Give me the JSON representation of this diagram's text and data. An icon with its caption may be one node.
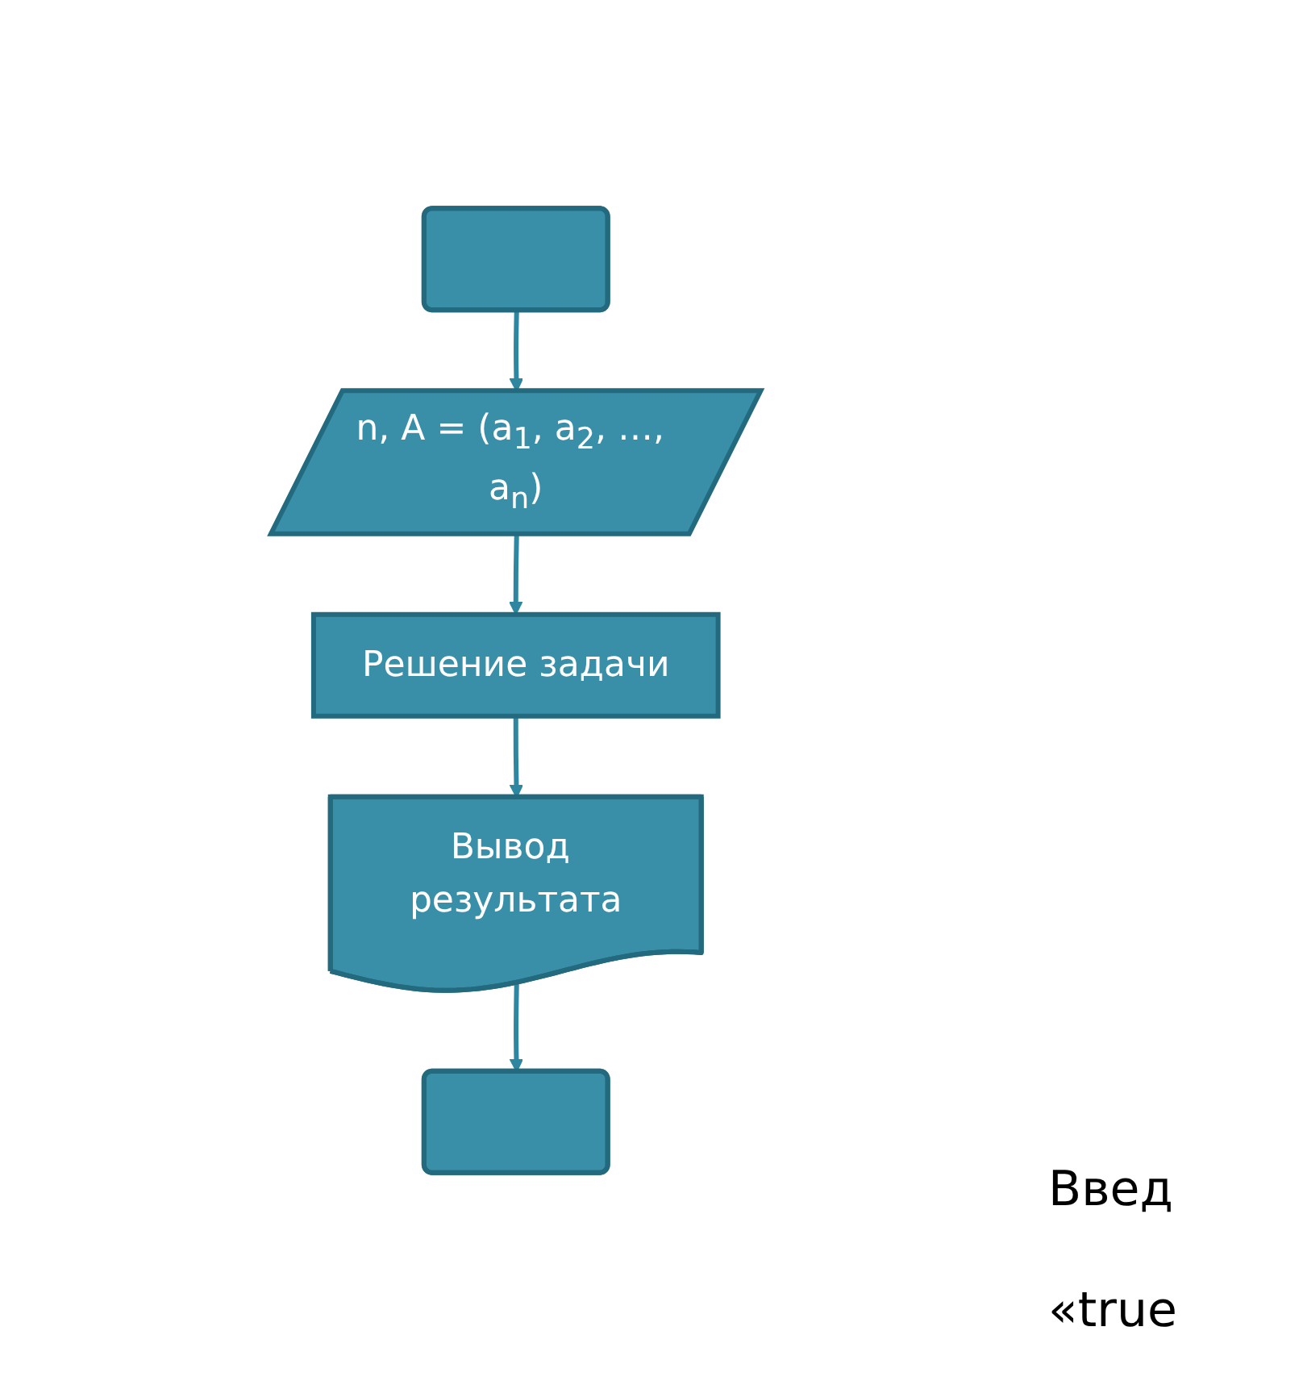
{
  "diagram": {
    "nodes": [
      {
        "text": [],
        "shape": "box"
      },
      {
        "text": [
          "n, A = (a$_{1}$, a$_{2}$, …, a$_{n}$)"
        ]
      },
      {
        "text": [
          "Решение задачи"
        ]
      },
      {
        "text": [
          "Вывод результата"
        ]
      },
      {
        "text": [],
        "shape": "box"
      }
    ],
    "edges": [
      {
        "from": 0,
        "to": 1,
        "arrow": "to"
      },
      {
        "from": 1,
        "to": 2,
        "arrow": "to"
      },
      {
        "from": 2,
        "to": 3,
        "arrow": "to"
      },
      {
        "from": 3,
        "to": 4,
        "arrow": "to"
      }
    ],
    "labels": [
      "Введ",
      "«true"
    ]
  }
}
